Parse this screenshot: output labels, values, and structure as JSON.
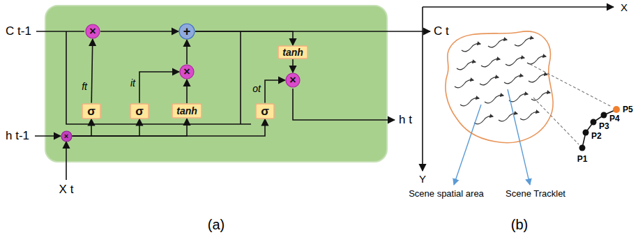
{
  "diagram": {
    "nodes": [
      {
        "text": [
          "×"
        ]
      },
      {
        "text": [
          "+"
        ]
      },
      {
        "text": [
          "tanh"
        ]
      },
      {
        "text": [
          "×"
        ]
      },
      {
        "text": [
          "×"
        ]
      },
      {
        "text": [
          "σ"
        ]
      },
      {
        "text": [
          "σ"
        ]
      },
      {
        "text": [
          "tanh"
        ]
      },
      {
        "text": [
          "σ"
        ]
      },
      {
        "text": [
          "×"
        ]
      }
    ],
    "edges": [
      {
        "from": 5,
        "to": 0,
        "arrow": "to"
      },
      {
        "from": 0,
        "to": 1,
        "arrow": "to"
      },
      {
        "from": 3,
        "to": 1,
        "arrow": "to"
      },
      {
        "from": 1,
        "to": 2,
        "arrow": "to"
      },
      {
        "from": 6,
        "to": 3,
        "arrow": "to"
      },
      {
        "from": 7,
        "to": 3,
        "arrow": "to"
      },
      {
        "from": 2,
        "to": 4,
        "arrow": "to"
      },
      {
        "from": 8,
        "to": 4,
        "arrow": "to"
      },
      {
        "from": 9,
        "to": 5,
        "arrow": "to"
      },
      {
        "from": 9,
        "to": 6,
        "arrow": "to"
      },
      {
        "from": 9,
        "to": 7,
        "arrow": "to"
      },
      {
        "from": 9,
        "to": 8,
        "arrow": "to"
      }
    ],
    "labels": [
      "C t-1",
      "C t",
      "h t-1",
      "h t",
      "X t",
      "ft",
      "it",
      "ot",
      "X",
      "Y",
      "Scene spatial area",
      "Scene Tracklet",
      "P1",
      "P2",
      "P3",
      "P4",
      "P5",
      "(a)",
      "(b)"
    ]
  }
}
